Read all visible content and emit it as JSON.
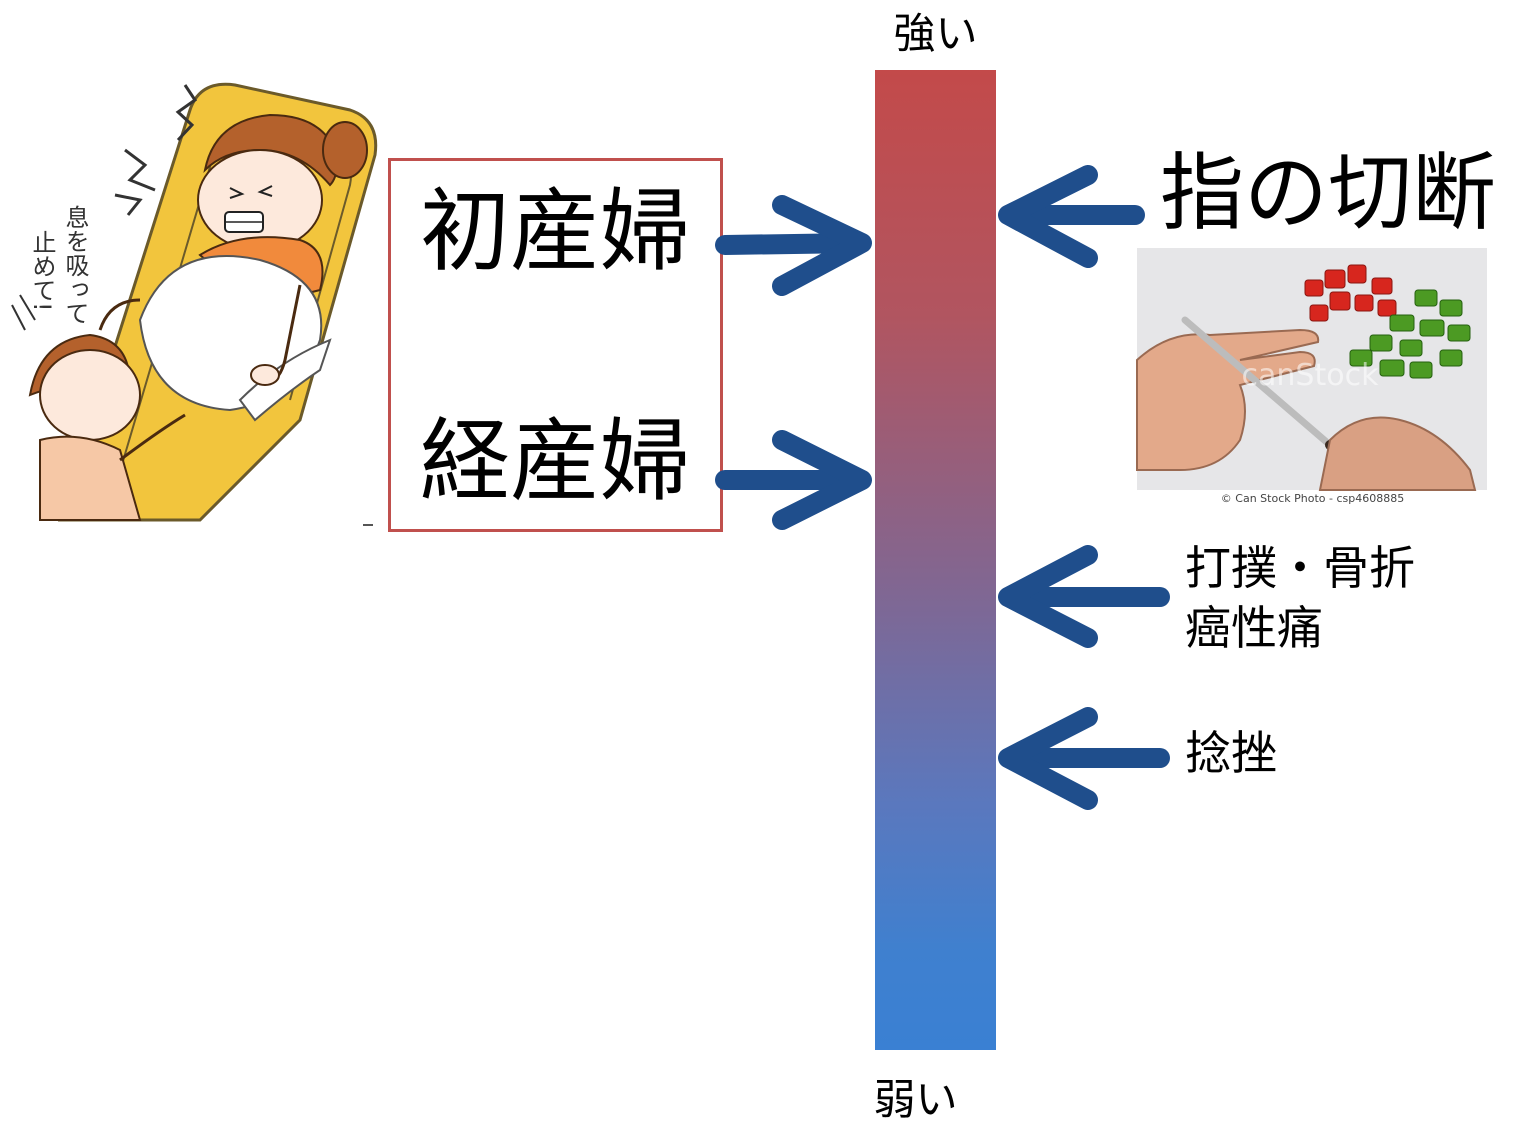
{
  "scale": {
    "top_label": "強い",
    "bottom_label": "弱い",
    "gradient_top_color": "#c34a4a",
    "gradient_bottom_color": "#3a80d3"
  },
  "labor": {
    "primipara": "初産婦",
    "multipara": "経産婦",
    "box_border_color": "#c0504d"
  },
  "comparisons": {
    "finger_amputation": "指の切断",
    "bruise_fracture": "打撲・骨折",
    "cancer_pain": "癌性痛",
    "sprain": "捻挫"
  },
  "illustration": {
    "speech_col_1": "息を吸って",
    "speech_col_2": "止めて!"
  },
  "photo": {
    "watermark": "canStock",
    "credit": "© Can Stock Photo - csp4608885"
  },
  "arrow_color": "#1f4e8c"
}
